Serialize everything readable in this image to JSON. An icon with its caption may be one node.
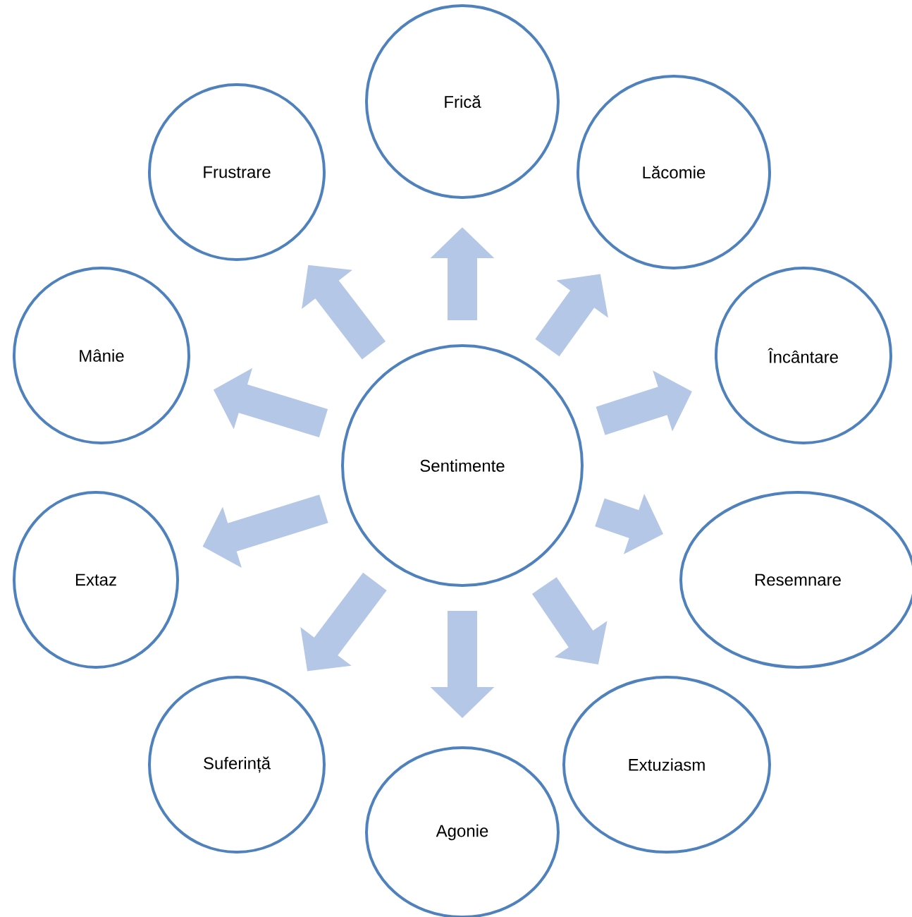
{
  "diagram": {
    "nodes": [
      {
        "text": [
          "Sentimente"
        ]
      },
      {
        "text": [
          "Frică"
        ]
      },
      {
        "text": [
          "Lăcomie"
        ]
      },
      {
        "text": [
          "Încântare"
        ]
      },
      {
        "text": [
          "Resemnare"
        ]
      },
      {
        "text": [
          "Extuziasm"
        ]
      },
      {
        "text": [
          "Agonie"
        ]
      },
      {
        "text": [
          "Suferință"
        ]
      },
      {
        "text": [
          "Extaz"
        ]
      },
      {
        "text": [
          "Mânie"
        ]
      },
      {
        "text": [
          "Frustrare"
        ]
      }
    ],
    "edges": [
      {
        "from": 0,
        "to": 1,
        "arrow": "to"
      },
      {
        "from": 0,
        "to": 2,
        "arrow": "to"
      },
      {
        "from": 0,
        "to": 3,
        "arrow": "to"
      },
      {
        "from": 0,
        "to": 4,
        "arrow": "to"
      },
      {
        "from": 0,
        "to": 5,
        "arrow": "to"
      },
      {
        "from": 0,
        "to": 6,
        "arrow": "to"
      },
      {
        "from": 0,
        "to": 7,
        "arrow": "to"
      },
      {
        "from": 0,
        "to": 8,
        "arrow": "to"
      },
      {
        "from": 0,
        "to": 9,
        "arrow": "to"
      },
      {
        "from": 0,
        "to": 10,
        "arrow": "to"
      }
    ]
  }
}
